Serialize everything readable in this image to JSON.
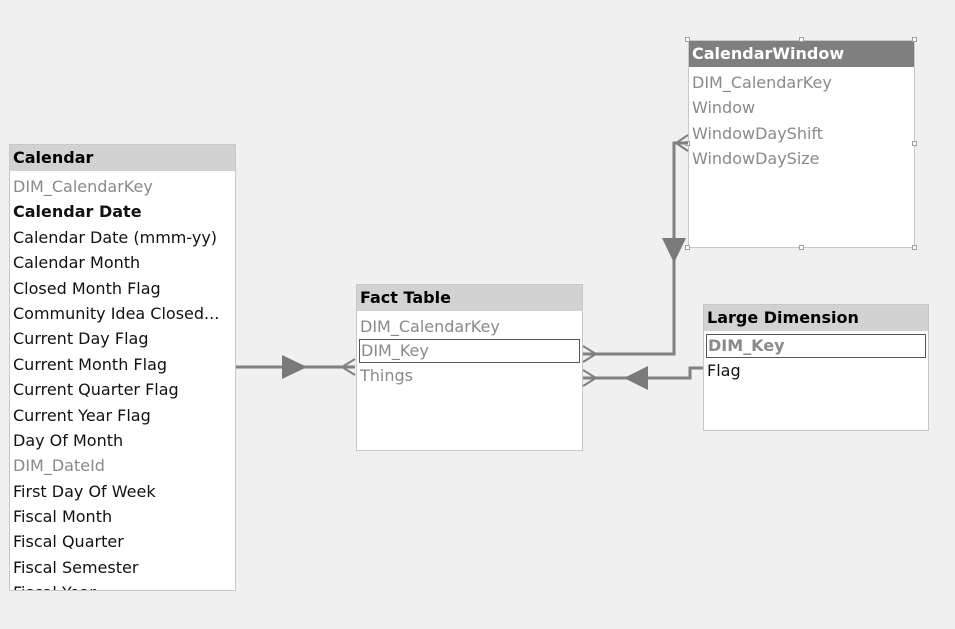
{
  "tables": {
    "calendar": {
      "title": "Calendar",
      "fields": [
        {
          "name": "DIM_CalendarKey",
          "style": "hidden"
        },
        {
          "name": "Calendar Date",
          "style": "bold"
        },
        {
          "name": "Calendar Date (mmm-yy)",
          "style": "normal"
        },
        {
          "name": "Calendar Month",
          "style": "normal"
        },
        {
          "name": "Closed Month Flag",
          "style": "normal"
        },
        {
          "name": "Community Idea Closed...",
          "style": "normal"
        },
        {
          "name": "Current Day Flag",
          "style": "normal"
        },
        {
          "name": "Current Month Flag",
          "style": "normal"
        },
        {
          "name": "Current Quarter Flag",
          "style": "normal"
        },
        {
          "name": "Current Year Flag",
          "style": "normal"
        },
        {
          "name": "Day Of Month",
          "style": "normal"
        },
        {
          "name": "DIM_DateId",
          "style": "hidden"
        },
        {
          "name": "First Day Of Week",
          "style": "normal"
        },
        {
          "name": "Fiscal Month",
          "style": "normal"
        },
        {
          "name": "Fiscal Quarter",
          "style": "normal"
        },
        {
          "name": "Fiscal Semester",
          "style": "normal"
        },
        {
          "name": "Fiscal Year",
          "style": "normal"
        }
      ]
    },
    "fact_table": {
      "title": "Fact Table",
      "fields": [
        {
          "name": "DIM_CalendarKey",
          "style": "hidden"
        },
        {
          "name": "DIM_Key",
          "style": "hidden-boxed"
        },
        {
          "name": "Things",
          "style": "hidden"
        }
      ]
    },
    "calendar_window": {
      "title": "CalendarWindow",
      "fields": [
        {
          "name": "DIM_CalendarKey",
          "style": "hidden"
        },
        {
          "name": "Window",
          "style": "hidden"
        },
        {
          "name": "WindowDayShift",
          "style": "hidden"
        },
        {
          "name": "WindowDaySize",
          "style": "hidden"
        }
      ]
    },
    "large_dimension": {
      "title": "Large Dimension",
      "fields": [
        {
          "name": "DIM_Key",
          "style": "hidden-bold-boxed"
        },
        {
          "name": "Flag",
          "style": "normal"
        }
      ]
    }
  },
  "colors": {
    "canvas": "#f0f0f0",
    "header": "#d2d2d2",
    "selected_header": "#7f7f7f",
    "relationship_line": "#808080"
  }
}
